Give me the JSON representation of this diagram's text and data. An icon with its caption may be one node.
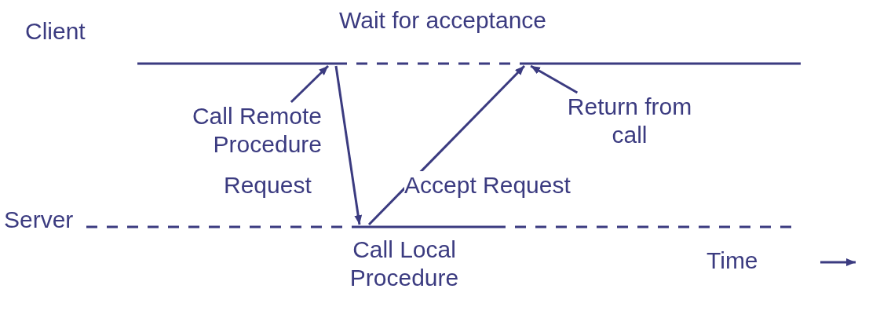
{
  "diagram": {
    "nodes": [
      {
        "text": [],
        "shape": "bar",
        "beside": [
          "Client"
        ]
      },
      {
        "text": [
          "Call Remote Procedure"
        ]
      },
      {
        "text": [
          "Return from call"
        ]
      },
      {
        "text": [],
        "shape": "bar",
        "beside": [
          "Server"
        ]
      }
    ],
    "edges": [
      {
        "from": 1,
        "to": 0,
        "arrow": "to"
      },
      {
        "from": 2,
        "to": 0,
        "arrow": "to"
      },
      {
        "from": 0,
        "to": 3,
        "label": "Request",
        "arrow": "to"
      },
      {
        "from": 3,
        "to": 0,
        "label": "Accept Request",
        "arrow": "to"
      }
    ],
    "labels": [
      "Wait for acceptance",
      "Call Local Procedure",
      "Time"
    ]
  }
}
